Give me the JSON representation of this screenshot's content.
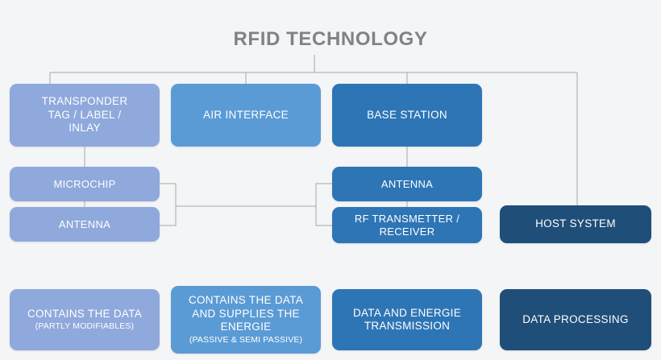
{
  "title": "RFID TECHNOLOGY",
  "colors": {
    "background": "#f4f5f6",
    "title_text": "#808285",
    "connector": "#a6a6a6",
    "tone_lightest": "#8fa9dc",
    "tone_light": "#5b9bd5",
    "tone_mid": "#2e75b6",
    "tone_dark": "#1f4e79",
    "node_text": "#ffffff"
  },
  "nodes": {
    "transponder": {
      "label": "TRANSPONDER\nTAG / LABEL /\nINLAY",
      "line1": "TRANSPONDER",
      "line2": "TAG / LABEL /",
      "line3": "INLAY",
      "tone": "lightest"
    },
    "air_interface": {
      "label": "AIR INTERFACE",
      "tone": "light"
    },
    "base_station": {
      "label": "BASE STATION",
      "tone": "mid"
    },
    "microchip": {
      "label": "MICROCHIP",
      "tone": "lightest"
    },
    "antenna_left": {
      "label": "ANTENNA",
      "tone": "lightest"
    },
    "antenna_right": {
      "label": "ANTENNA",
      "tone": "mid"
    },
    "rf_transmetter": {
      "line1": "RF TRANSMETTER /",
      "line2": "RECEIVER",
      "tone": "mid"
    },
    "host_system": {
      "label": "HOST SYSTEM",
      "tone": "dark"
    }
  },
  "legend": {
    "item1": {
      "line1": "CONTAINS THE DATA",
      "sub": "(PARTLY MODIFIABLES)",
      "tone": "lightest"
    },
    "item2": {
      "line1": "CONTAINS THE DATA",
      "line2": "AND SUPPLIES THE",
      "line3": "ENERGIE",
      "sub": "(PASSIVE & SEMI PASSIVE)",
      "tone": "light"
    },
    "item3": {
      "line1": "DATA AND ENERGIE",
      "line2": "TRANSMISSION",
      "tone": "mid"
    },
    "item4": {
      "label": "DATA PROCESSING",
      "tone": "dark"
    }
  }
}
